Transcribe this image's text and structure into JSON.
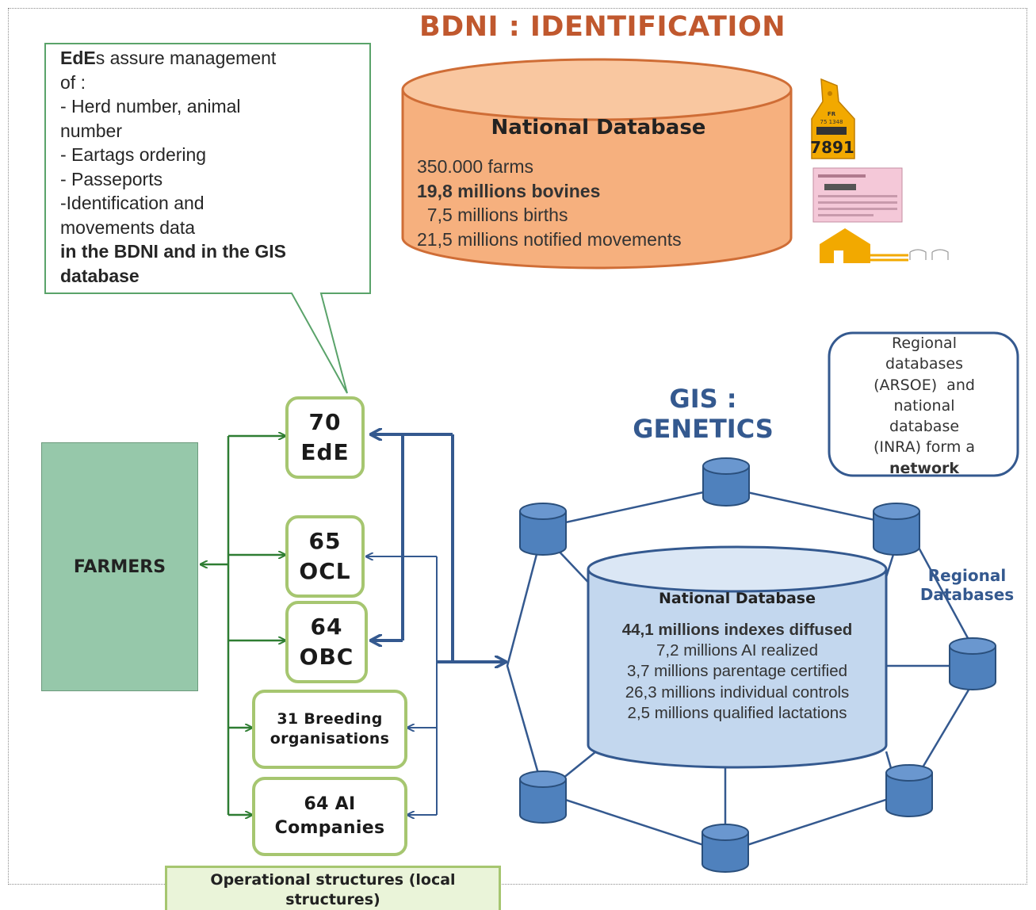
{
  "title": "BDNI : IDENTIFICATION",
  "callout": {
    "lines": [
      {
        "bold": "EdE",
        "text": "s assure management"
      },
      {
        "bold": "",
        "text": "of :"
      },
      {
        "bold": "",
        "text": "- Herd number, animal"
      },
      {
        "bold": "",
        "text": "number"
      },
      {
        "bold": "",
        "text": "- Eartags ordering"
      },
      {
        "bold": "",
        "text": "- Passeports"
      },
      {
        "bold": "",
        "text": "-Identification and"
      },
      {
        "bold": "",
        "text": "movements data"
      },
      {
        "bold": "in the BDNI and in the GIS",
        "text": ""
      },
      {
        "bold": "database",
        "text": ""
      }
    ]
  },
  "national_db": {
    "title": "National Database",
    "stats": [
      {
        "text": "350.000 farms",
        "bold": false
      },
      {
        "text": "19,8 millions bovines",
        "bold": true
      },
      {
        "text": "  7,5 millions births",
        "bold": false
      },
      {
        "text": "21,5 millions notified movements",
        "bold": false
      }
    ]
  },
  "icons": {
    "eartag_number": "7891",
    "eartag_small": "FR",
    "eartag_small2": "75 1348"
  },
  "gis": {
    "title_line1": "GIS :",
    "title_line2": "GENETICS",
    "regional_note": [
      {
        "text": "Regional",
        "bold": false
      },
      {
        "text": "databases",
        "bold": false
      },
      {
        "text": "(ARSOE)  and",
        "bold": false
      },
      {
        "text": "national",
        "bold": false
      },
      {
        "text": "database",
        "bold": false
      },
      {
        "text": "(INRA) form a",
        "bold": false
      },
      {
        "text": "network",
        "bold": true
      }
    ],
    "regional_label_line1": "Regional",
    "regional_label_line2": "Databases",
    "db_title": "National Database",
    "db_stats": [
      {
        "text": "44,1 millions indexes diffused",
        "bold": true
      },
      {
        "text": "7,2 millions AI realized",
        "bold": false
      },
      {
        "text": "3,7 millions parentage certified",
        "bold": false
      },
      {
        "text": "26,3 millions individual controls",
        "bold": false
      },
      {
        "text": "2,5 millions qualified lactations",
        "bold": false
      }
    ]
  },
  "farmers": "FARMERS",
  "orgs": {
    "ede": {
      "line1": "70",
      "line2": "EdE"
    },
    "ocl": {
      "line1": "65",
      "line2": "OCL"
    },
    "obc": {
      "line1": "64",
      "line2": "OBC"
    },
    "breeding": {
      "line1": "31 Breeding",
      "line2": "organisations"
    },
    "ai": {
      "line1": "64 AI",
      "line2": "Companies"
    }
  },
  "operational": {
    "line1": "Operational structures  (local",
    "line2": "structures)"
  },
  "colors": {
    "orange_db": "#f6b07e",
    "blue_db": "#c3d7ee",
    "green_border": "#a6c670",
    "farmers_fill": "#96c8aa",
    "blue_line": "#34598f",
    "green_line": "#2e7d32"
  }
}
